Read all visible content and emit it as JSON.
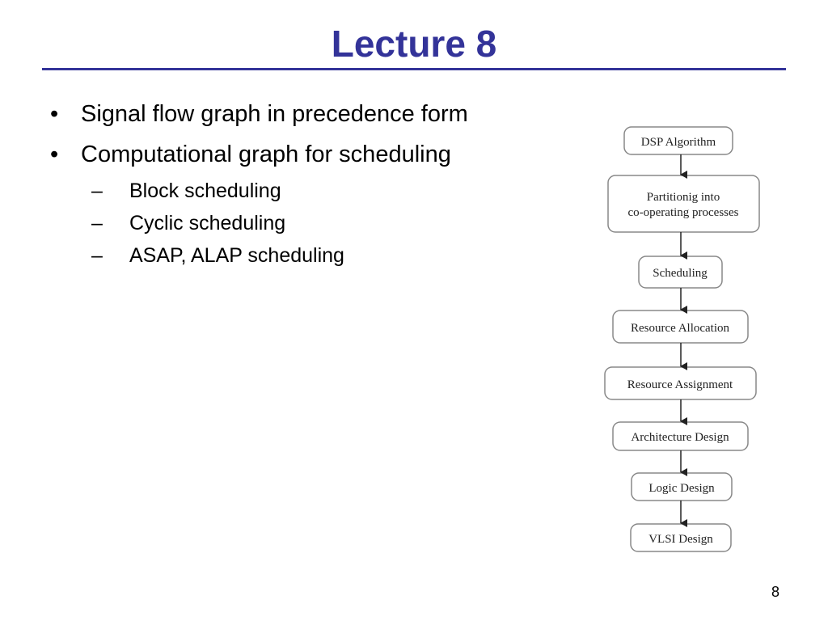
{
  "slide": {
    "title": "Lecture 8",
    "bullets": [
      "Signal flow graph in precedence form",
      "Computational graph for scheduling"
    ],
    "subbullets": [
      "Block scheduling",
      "Cyclic scheduling",
      "ASAP, ALAP scheduling"
    ],
    "page_number": "8"
  },
  "flowchart": {
    "steps": [
      "DSP Algorithm",
      "Partitionig into",
      "co-operating processes",
      "Scheduling",
      "Resource Allocation",
      "Resource Assignment",
      "Architecture Design",
      "Logic Design",
      "VLSI Design"
    ]
  },
  "colors": {
    "title": "#333399",
    "rule": "#333399",
    "box_border": "#888888"
  }
}
